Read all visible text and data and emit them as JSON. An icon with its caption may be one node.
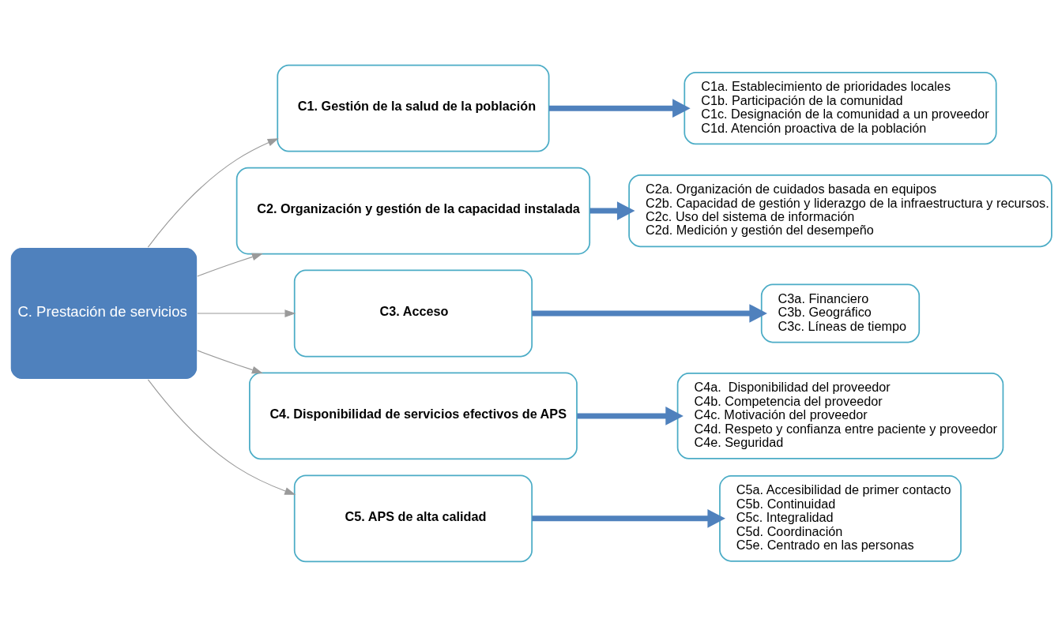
{
  "diagram": {
    "nodes": [
      {
        "text": [
          "C. Prestación de servicios"
        ]
      },
      {
        "text": [
          "C1. Gestión de la salud de la población"
        ]
      },
      {
        "text": [
          "C2. Organización y gestión de la capacidad instalada"
        ]
      },
      {
        "text": [
          "C3. Acceso"
        ]
      },
      {
        "text": [
          "C4. Disponibilidad de servicios efectivos de APS"
        ]
      },
      {
        "text": [
          "C5. APS de alta calidad"
        ]
      },
      {
        "text": [
          "C1a. Establecimiento de prioridades locales",
          "C1b. Participación de la comunidad",
          "C1c. Designación de la comunidad a un proveedor",
          "C1d. Atención proactiva de la población"
        ]
      },
      {
        "text": [
          "C2a. Organización de cuidados basada en equipos",
          "C2b. Capacidad de gestión y liderazgo de la infraestructura y recursos.",
          "C2c. Uso del sistema de información",
          "C2d. Medición y gestión del desempeño"
        ]
      },
      {
        "text": [
          "C3a. Financiero",
          "C3b. Geográfico",
          "C3c. Líneas de tiempo"
        ]
      },
      {
        "text": [
          "C4a.  Disponibilidad del proveedor",
          "C4b. Competencia del proveedor",
          "C4c. Motivación del proveedor",
          "C4d. Respeto y confianza entre paciente y proveedor",
          "C4e. Seguridad"
        ]
      },
      {
        "text": [
          "C5a. Accesibilidad de primer contacto",
          "C5b. Continuidad",
          "C5c. Integralidad",
          "C5d. Coordinación",
          "C5e. Centrado en las personas"
        ]
      }
    ],
    "edges": [
      {
        "from": 0,
        "to": 1,
        "arrow": "to",
        "color": "#9a9a9a"
      },
      {
        "from": 0,
        "to": 2,
        "arrow": "to",
        "color": "#9a9a9a"
      },
      {
        "from": 0,
        "to": 3,
        "arrow": "to",
        "color": "#9a9a9a"
      },
      {
        "from": 0,
        "to": 4,
        "arrow": "to",
        "color": "#9a9a9a"
      },
      {
        "from": 0,
        "to": 5,
        "arrow": "to",
        "color": "#9a9a9a"
      },
      {
        "from": 1,
        "to": 6,
        "arrow": "to",
        "style": "thick",
        "color": "#4f81bd"
      },
      {
        "from": 2,
        "to": 7,
        "arrow": "to",
        "style": "thick",
        "color": "#4f81bd"
      },
      {
        "from": 3,
        "to": 8,
        "arrow": "to",
        "style": "thick",
        "color": "#4f81bd"
      },
      {
        "from": 4,
        "to": 9,
        "arrow": "to",
        "style": "thick",
        "color": "#4f81bd"
      },
      {
        "from": 5,
        "to": 10,
        "arrow": "to",
        "style": "thick",
        "color": "#4f81bd"
      }
    ]
  }
}
